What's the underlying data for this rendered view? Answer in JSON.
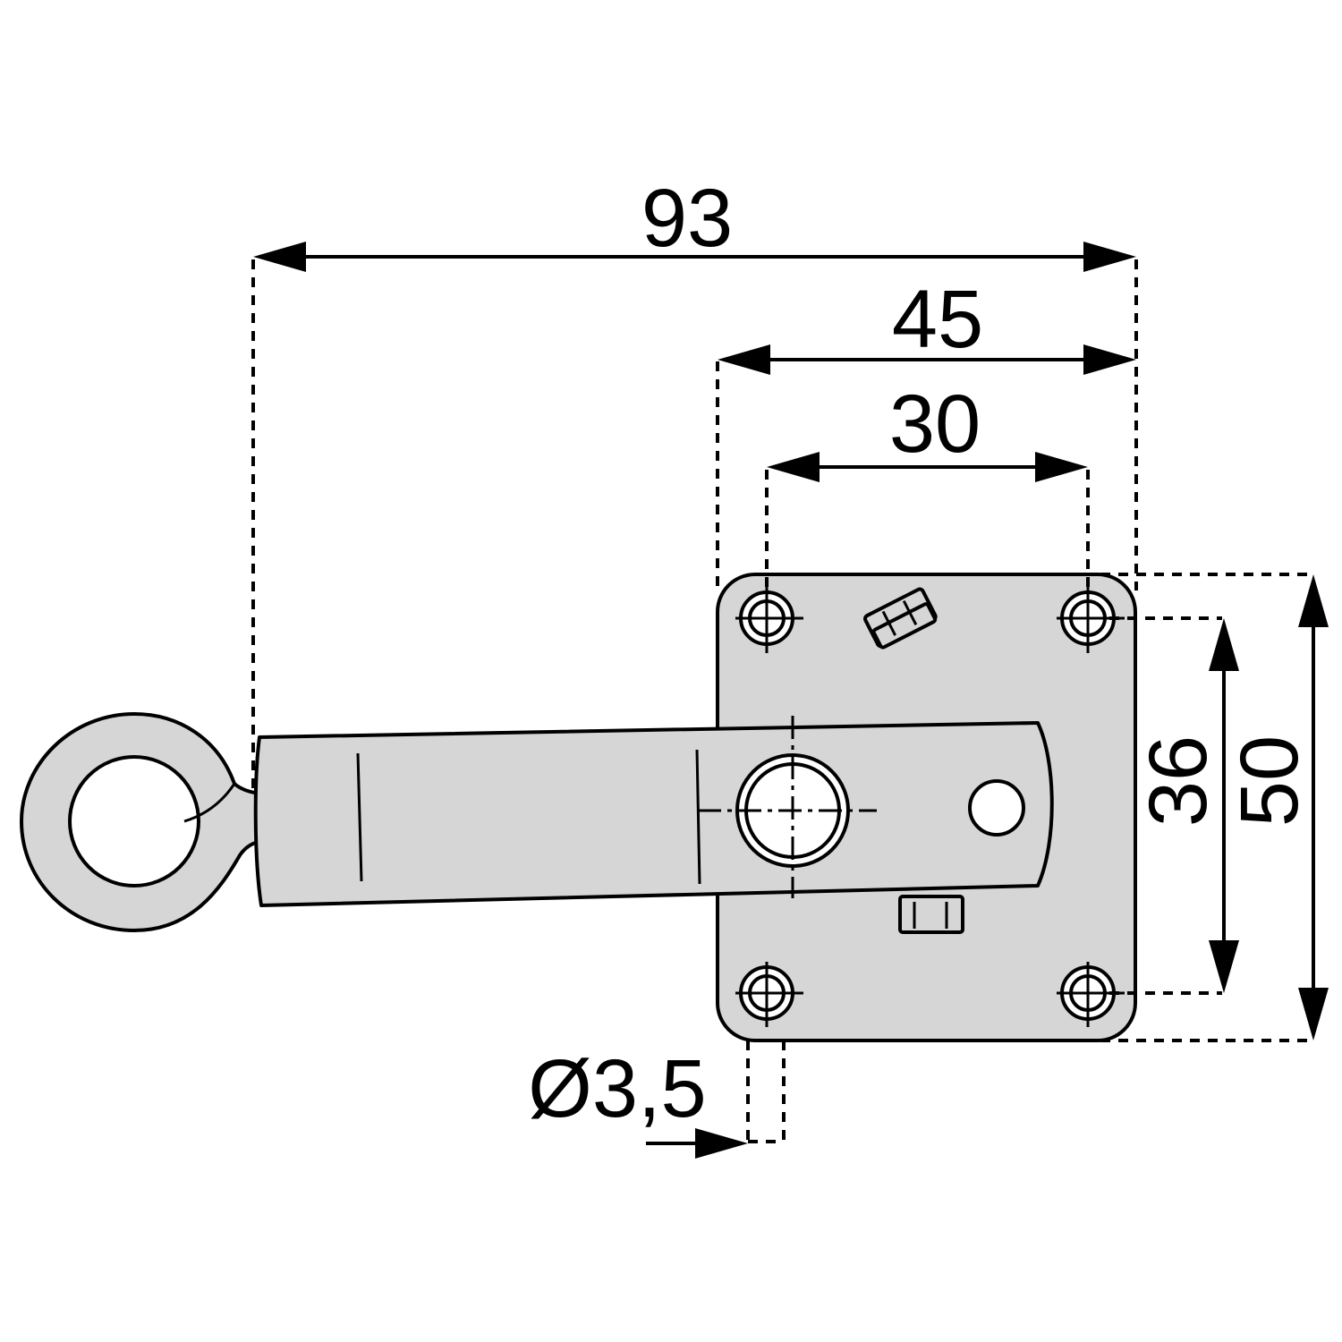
{
  "figure": {
    "part": "hasp-latch",
    "line_color": "#000000",
    "fill_color": "#d6d6d6"
  },
  "dimensions": {
    "overall_length": "93",
    "plate_width": "45",
    "hole_spacing_horizontal": "30",
    "hole_spacing_vertical": "36",
    "plate_height": "50",
    "hole_diameter": "Ø3,5"
  }
}
